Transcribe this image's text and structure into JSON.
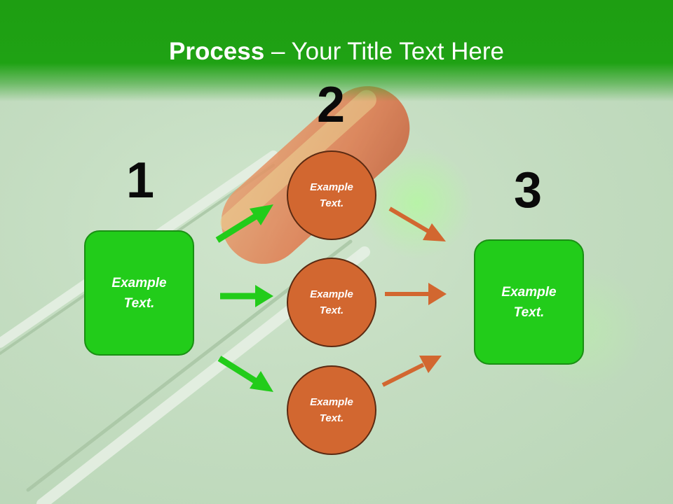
{
  "slide": {
    "title_bold": "Process",
    "title_rest": " – Your Title Text Here"
  },
  "steps": {
    "one": "1",
    "two": "2",
    "three": "3"
  },
  "left_box": {
    "line1": "Example",
    "line2": "Text."
  },
  "circles": [
    {
      "line1": "Example",
      "line2": "Text."
    },
    {
      "line1": "Example",
      "line2": "Text."
    },
    {
      "line1": "Example",
      "line2": "Text."
    }
  ],
  "right_box": {
    "line1": "Example",
    "line2": "Text."
  },
  "colors": {
    "title_bar": "#1fa214",
    "green_box": "#22cc1a",
    "green_arrow": "#22cc1a",
    "orange_circle": "#d26730",
    "orange_arrow": "#d26730",
    "background": "#c4dcc1"
  }
}
